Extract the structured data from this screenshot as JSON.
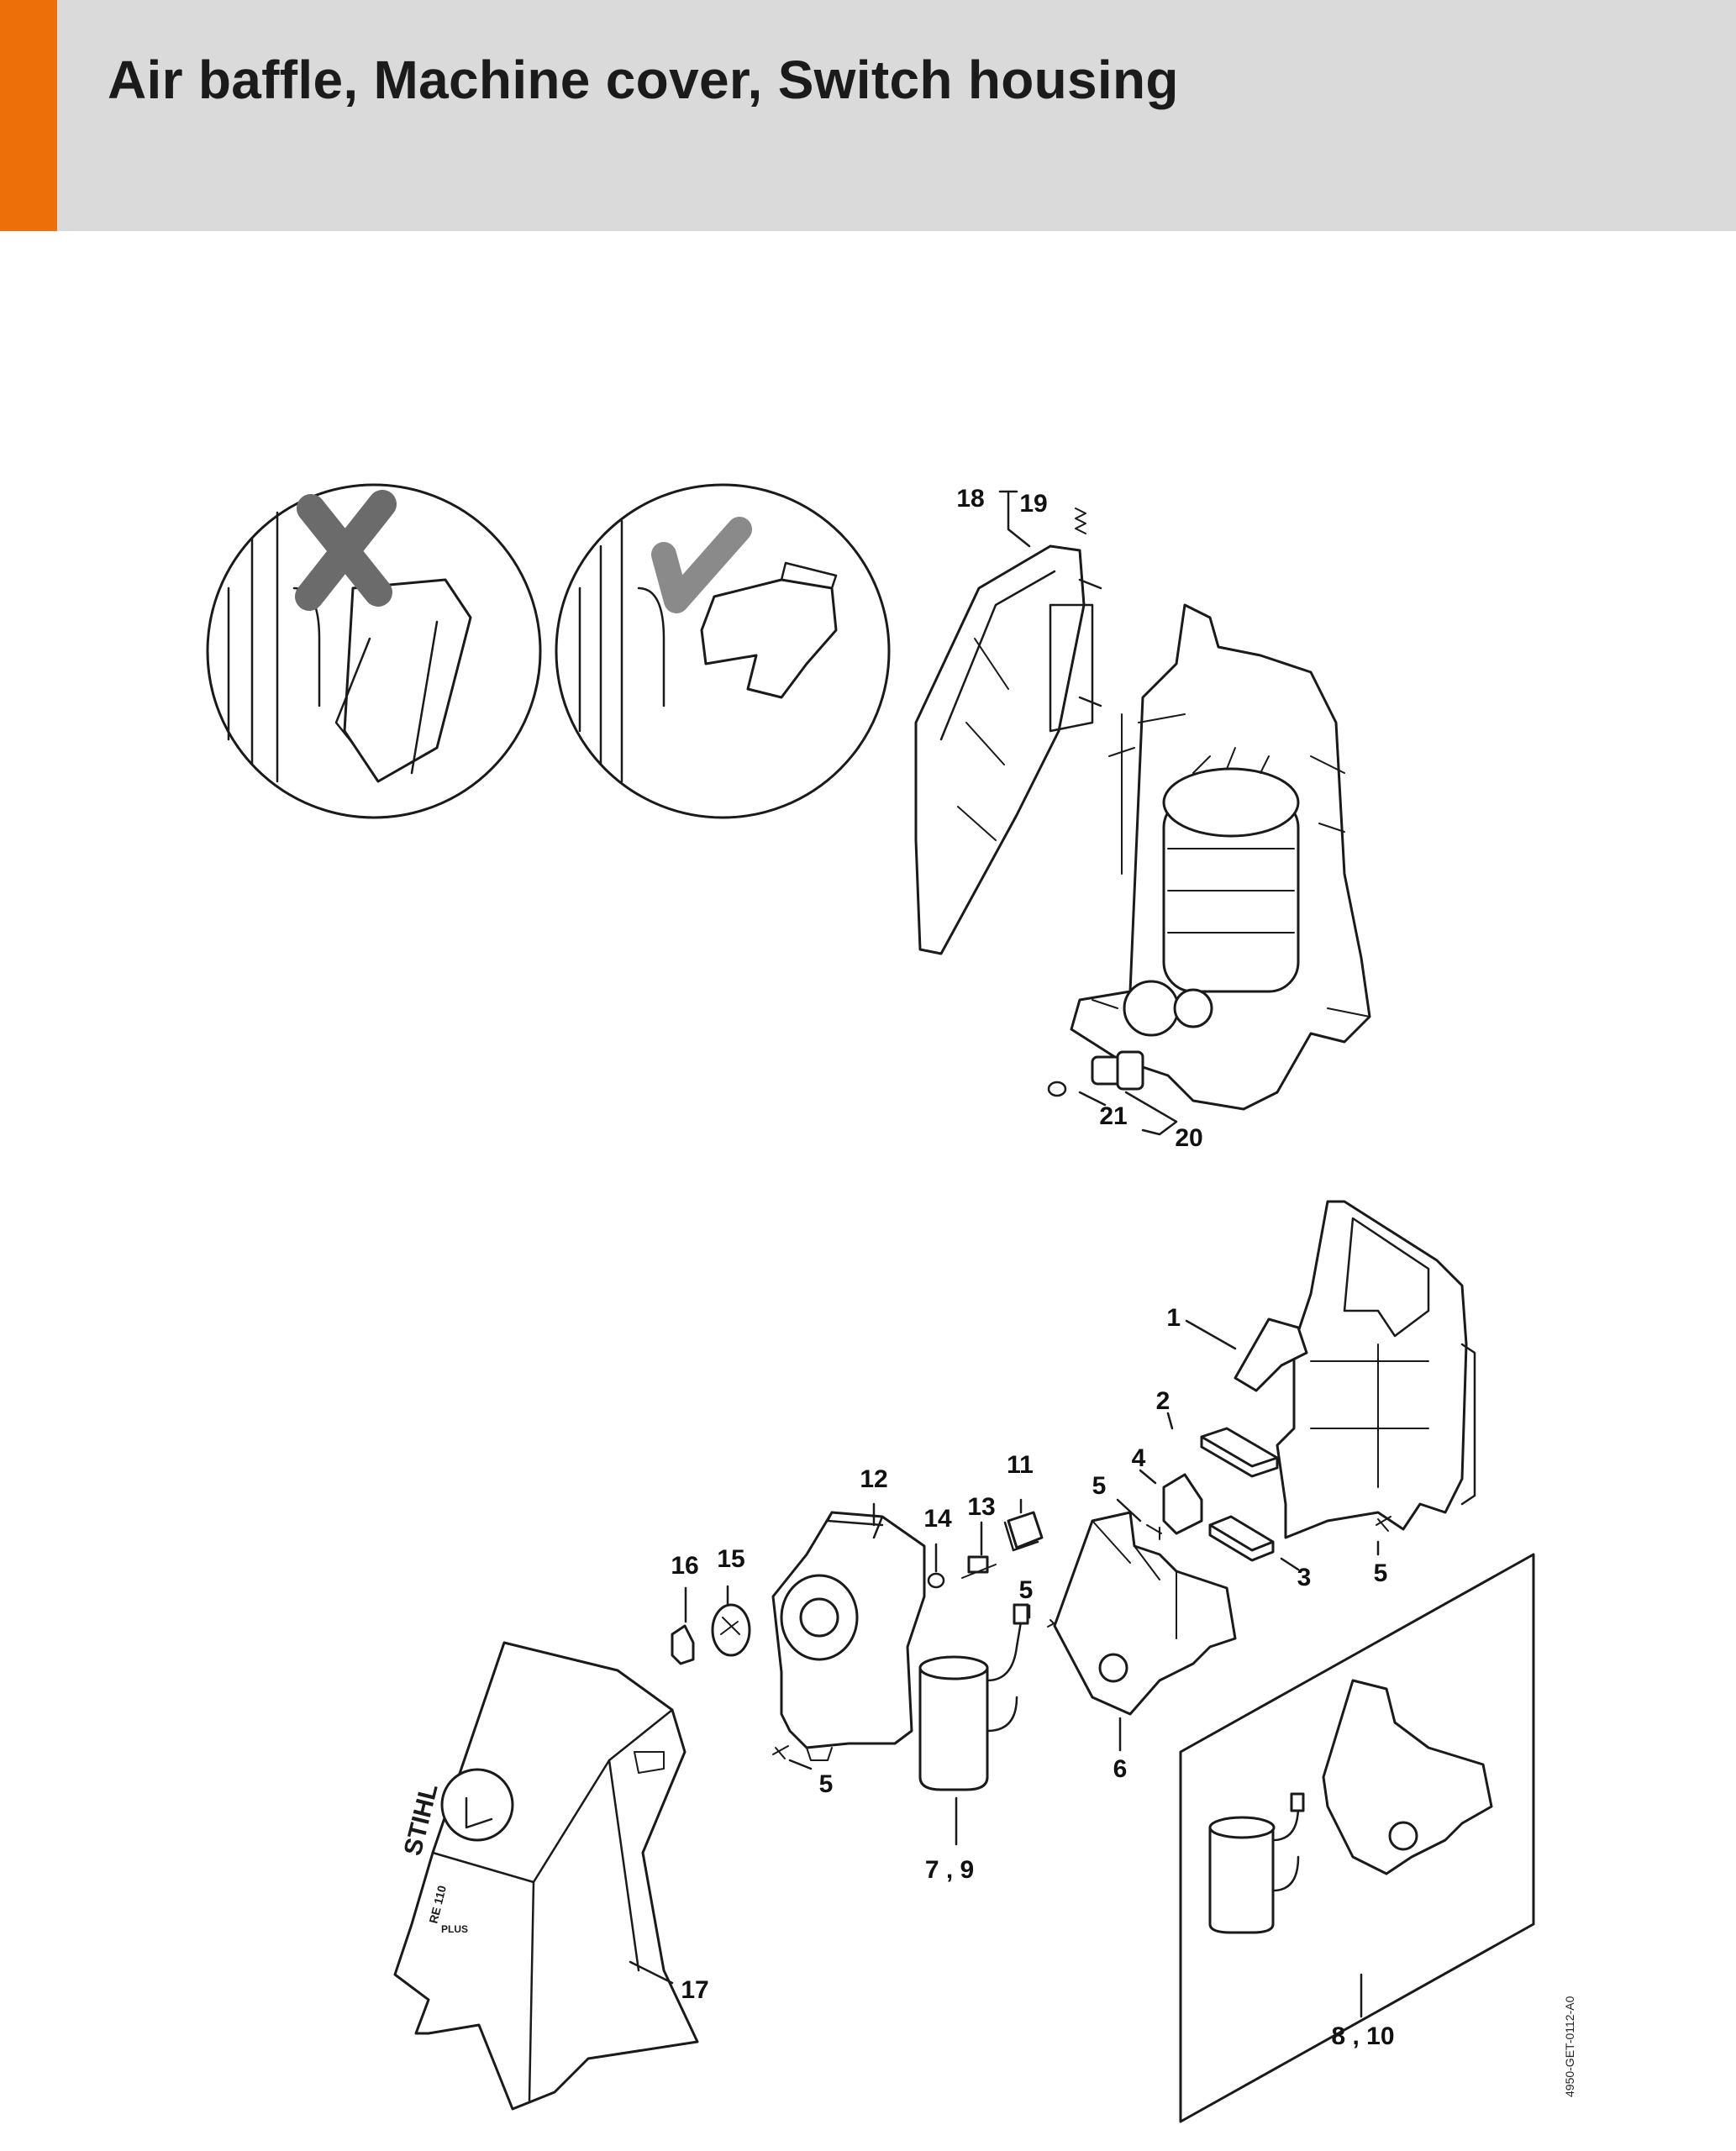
{
  "header": {
    "title": "Air baffle, Machine cover, Switch housing",
    "accent_color": "#ec6f0a",
    "background_color": "#d9dad9"
  },
  "callouts": {
    "p1": "1",
    "p2": "2",
    "p3": "3",
    "p4": "4",
    "p5": "5",
    "p6": "6",
    "p7_9": "7 , 9",
    "p8_10": "8 , 10",
    "p11": "11",
    "p12": "12",
    "p13": "13",
    "p14": "14",
    "p15": "15",
    "p16": "16",
    "p17": "17",
    "p18": "18",
    "p19": "19",
    "p20": "20",
    "p21": "21"
  },
  "cover_branding": {
    "brand": "STIHL",
    "model": "RE 110",
    "variant": "PLUS"
  },
  "document_code": "4950-GET-0112-A0",
  "icons": [
    "wrong-cross-icon",
    "correct-check-icon"
  ]
}
